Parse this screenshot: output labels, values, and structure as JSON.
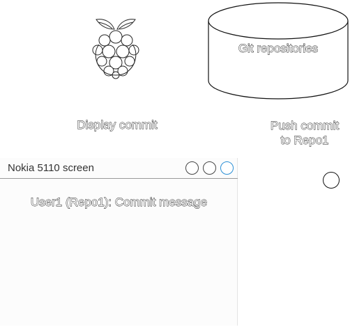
{
  "diagram": {
    "icons": {
      "raspberry_pi": "raspberry-pi-logo",
      "repository": "database-cylinder"
    },
    "git_store": {
      "label": "Git repositories"
    },
    "display_edge": {
      "label": "Display commit"
    },
    "push_edge": {
      "label_line1": "Push commit",
      "label_line2": "to Repo1"
    },
    "screen_window": {
      "title": "Nokia 5110 screen",
      "message": "User1 (Repo1): Commit message",
      "controls": [
        "circle-button",
        "circle-button",
        "circle-button"
      ]
    },
    "colors": {
      "accent": "#2a8fd6",
      "stroke": "#111111",
      "window_bg": "#fcfcfc"
    }
  }
}
